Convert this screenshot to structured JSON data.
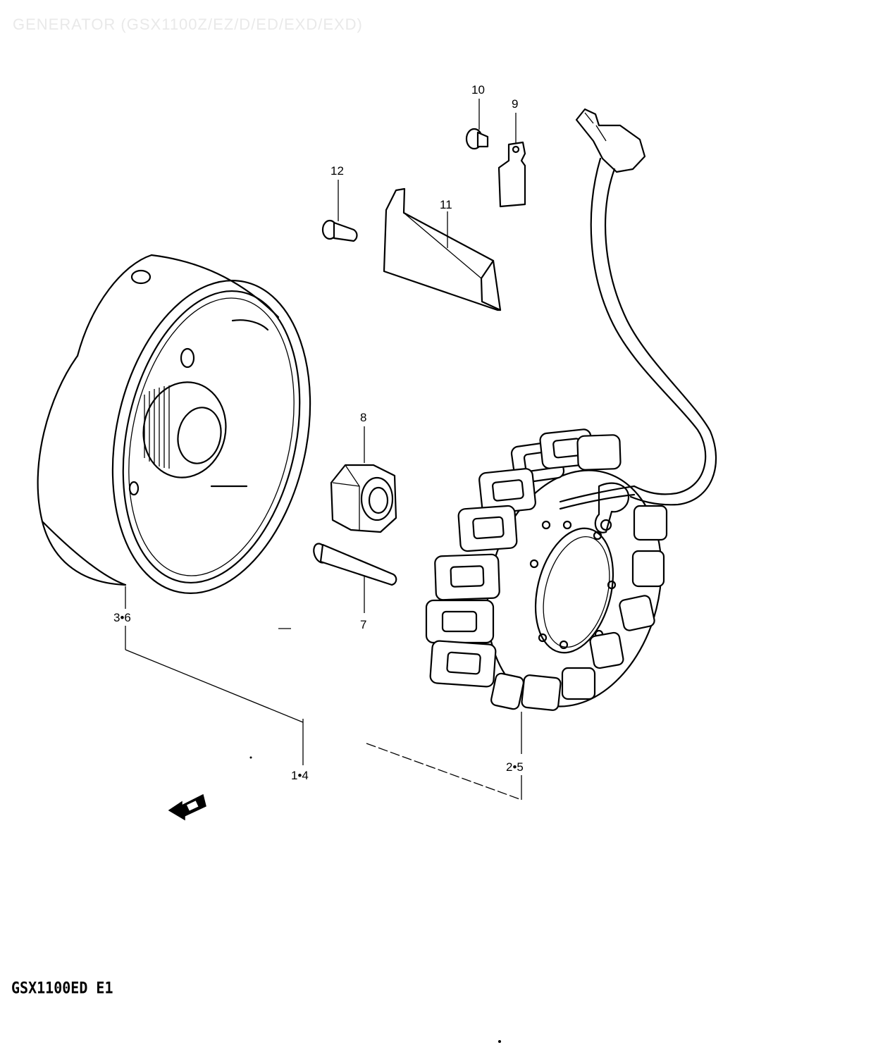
{
  "diagram": {
    "title": "GENERATOR (GSX1100Z/EZ/D/ED/EXD/EXD)",
    "model": "GSX1100ED E1",
    "callouts": {
      "c10": "10",
      "c9": "9",
      "c12": "12",
      "c11": "11",
      "c8": "8",
      "c7": "7",
      "c36": "3•6",
      "c14": "1•4",
      "c25": "2•5"
    },
    "parts": [
      "rotor-flywheel",
      "stator-coil",
      "lead-wire",
      "wire-clamp-plate",
      "plate",
      "screw",
      "nut",
      "bolt"
    ],
    "icons": [
      "front-direction-arrow-icon"
    ],
    "colors": {
      "ink": "#000000",
      "paper": "#ffffff",
      "faded_title": "#e9e9e9"
    }
  }
}
